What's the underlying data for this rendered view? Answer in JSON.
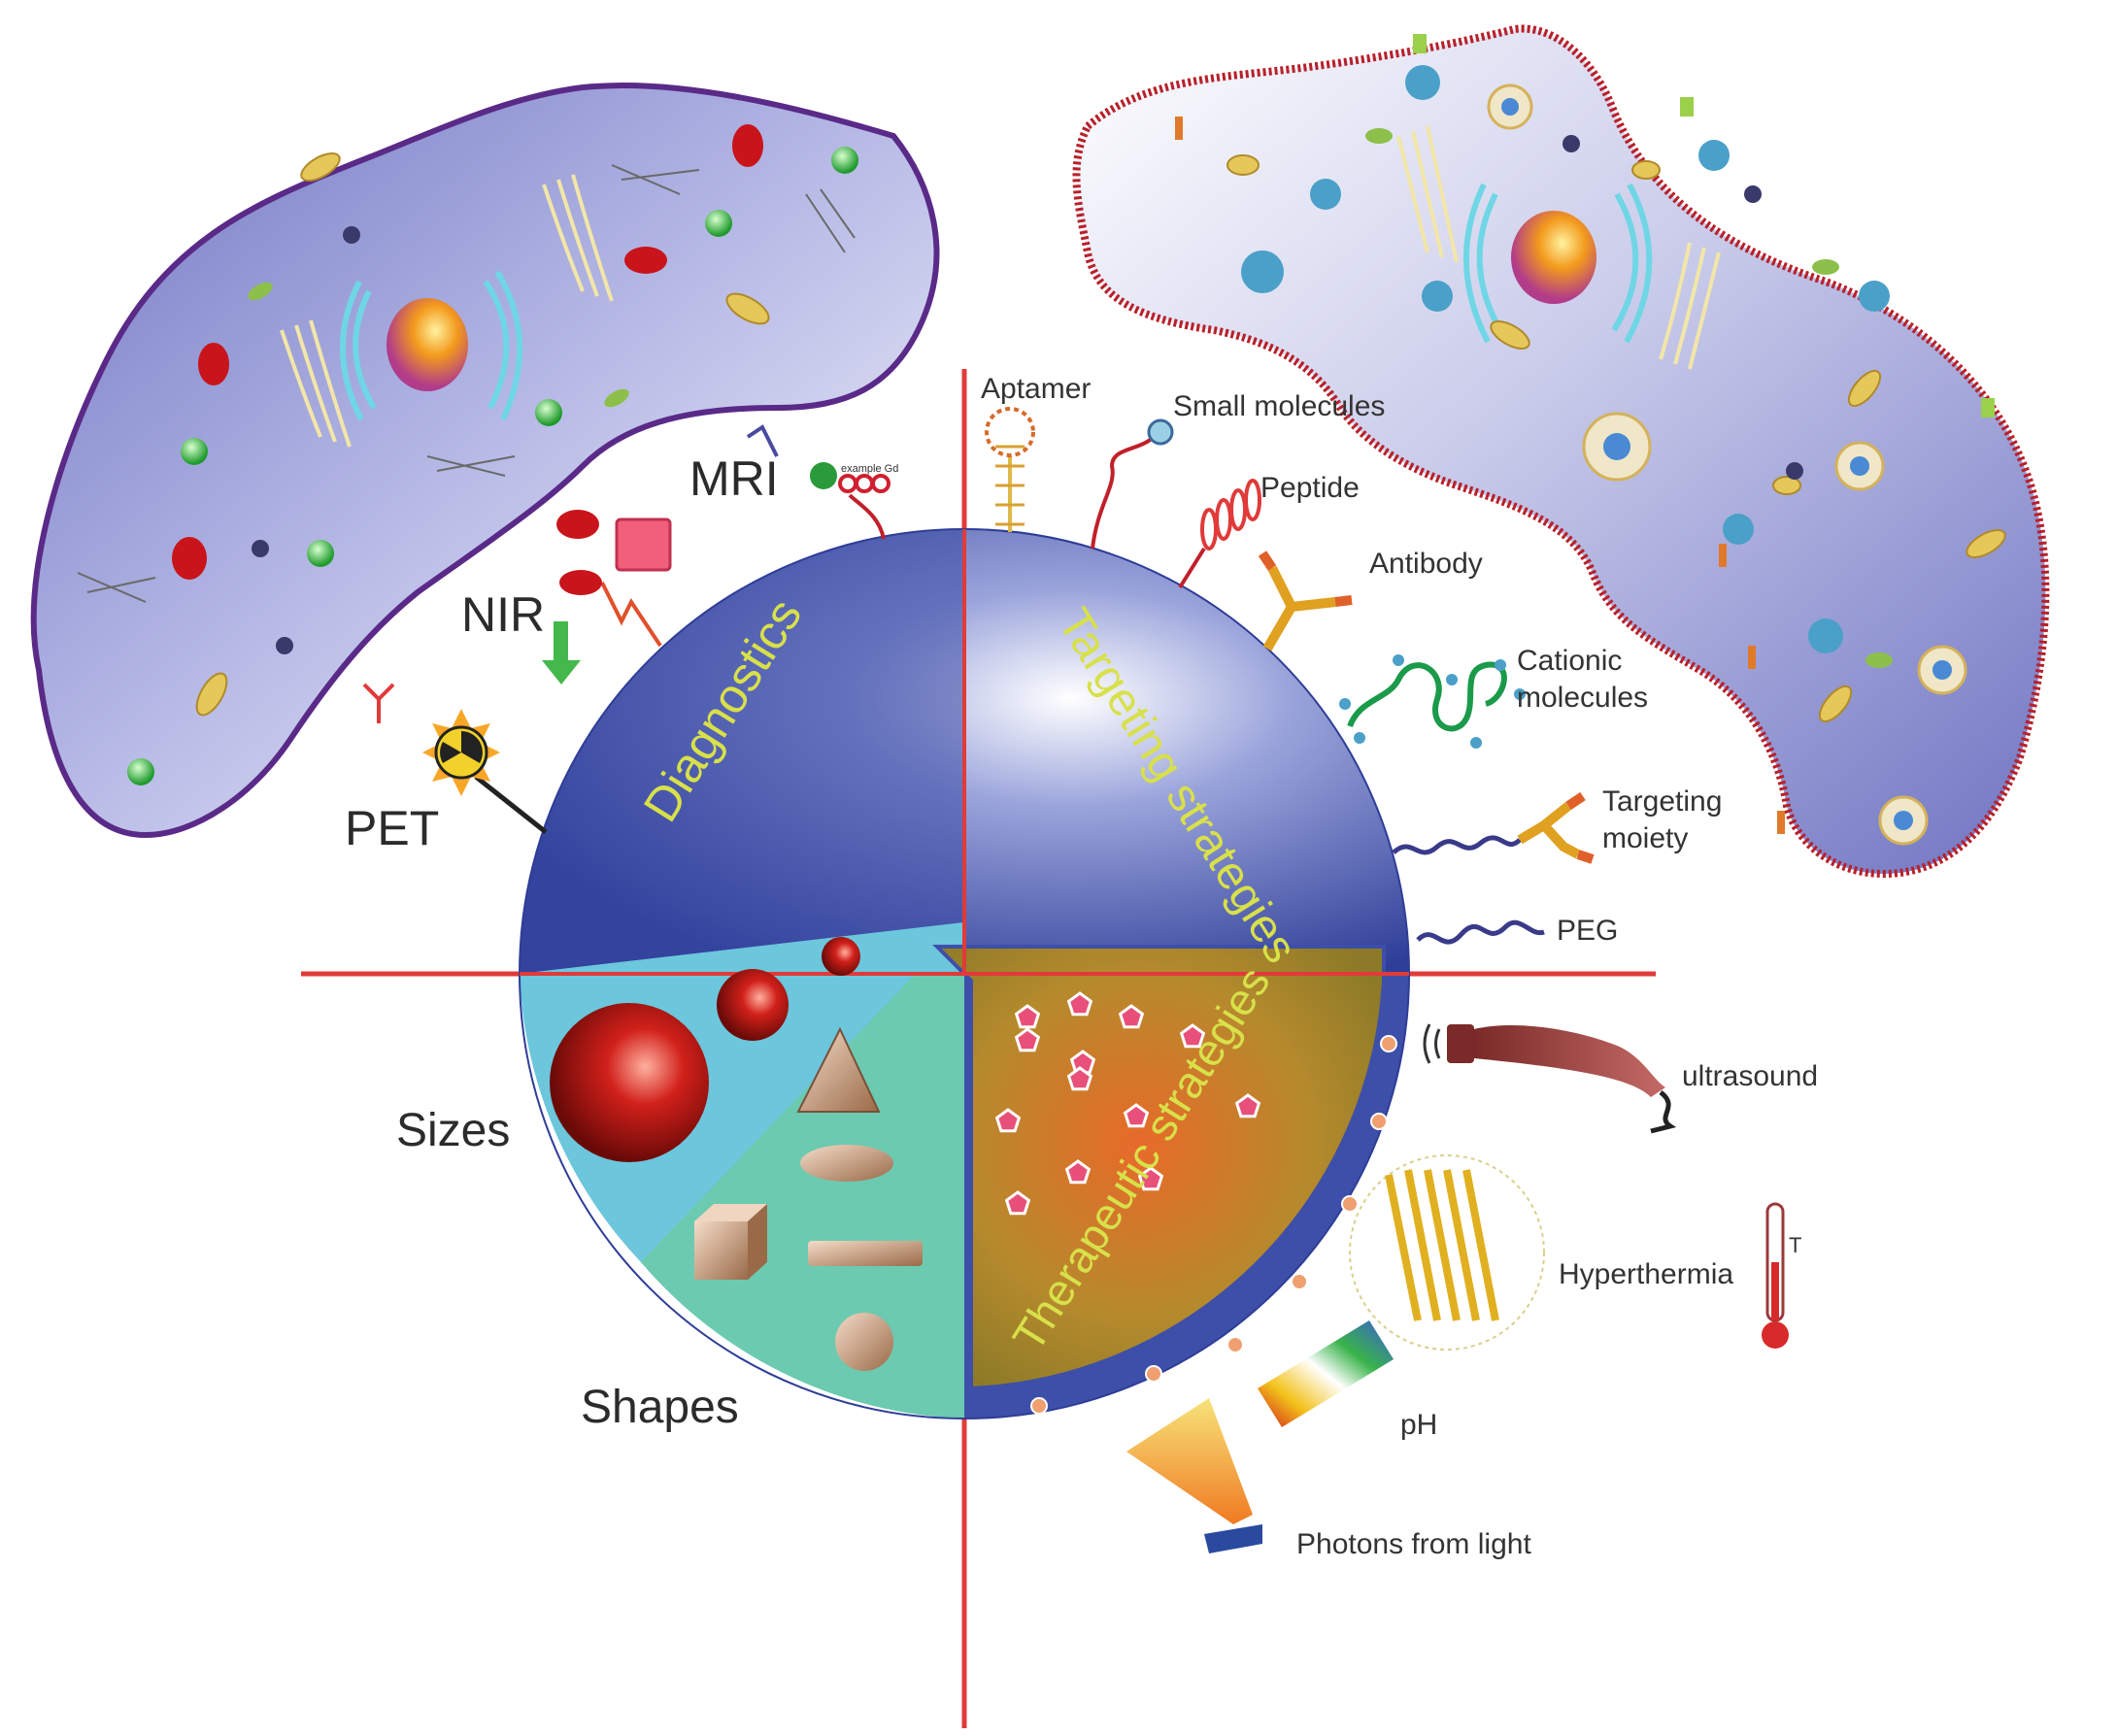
{
  "quadrants": {
    "diagnostics": "Diagnostics",
    "targeting": "Targeting strategies",
    "therapeutic": "Therapeutic strategies",
    "sizes": "Sizes",
    "shapes": "Shapes"
  },
  "diagnostics_labels": {
    "mri": "MRI",
    "mri_small": "example Gd",
    "nir": "NIR",
    "pet": "PET"
  },
  "targeting_labels": {
    "aptamer": "Aptamer",
    "small_molecules": "Small molecules",
    "peptide": "Peptide",
    "antibody": "Antibody",
    "cationic_line1": "Cationic",
    "cationic_line2": "molecules",
    "targeting_moiety_line1": "Targeting",
    "targeting_moiety_line2": "moiety",
    "peg": "PEG"
  },
  "therapeutic_labels": {
    "ultrasound": "ultrasound",
    "hyperthermia": "Hyperthermia",
    "thermometer": "T",
    "ph": "pH",
    "photons": "Photons from light"
  },
  "colors": {
    "sphere_blue": "#3d4fa8",
    "axis_red": "#e03a3a",
    "cell_fill": "#9ea3d9",
    "quad_label": "#d8e04a",
    "sizes_bg": "#6cc6dc",
    "shapes_bg": "#6ccab0",
    "therapeutic_fill": "#a88a2e"
  }
}
